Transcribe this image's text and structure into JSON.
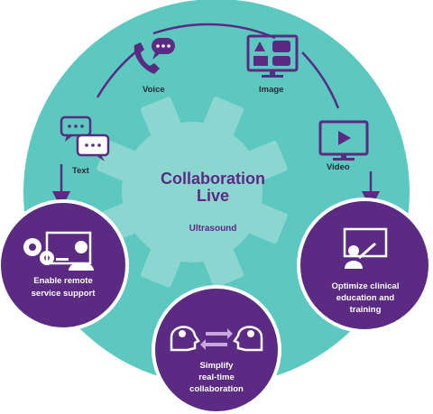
{
  "center": {
    "title_line1": "Collaboration",
    "title_line2": "Live",
    "subtitle": "Ultrasound"
  },
  "modes": {
    "voice": {
      "label": "Voice",
      "icon": "phone-chat-icon"
    },
    "image": {
      "label": "Image",
      "icon": "image-monitor-icon"
    },
    "text": {
      "label": "Text",
      "icon": "chat-bubbles-icon"
    },
    "video": {
      "label": "Video",
      "icon": "video-play-icon"
    }
  },
  "outcomes": {
    "left": {
      "line1": "Enable remote",
      "line2": "service support",
      "icon": "remote-service-icon"
    },
    "right": {
      "line1": "Optimize clinical",
      "line2": "education and",
      "line3": "training",
      "icon": "teacher-board-icon"
    },
    "bottom": {
      "line1": "Simplify",
      "line2": "real-time",
      "line3": "collaboration",
      "icon": "exchange-heads-icon"
    }
  },
  "colors": {
    "teal": "#5cc8c0",
    "gear": "#8cd6d2",
    "purple": "#5b2a82",
    "white": "#ffffff"
  }
}
